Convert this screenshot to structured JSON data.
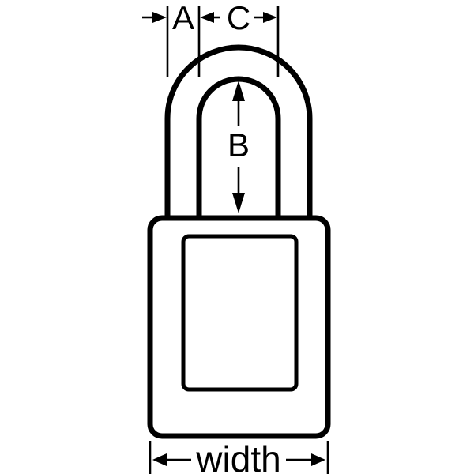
{
  "diagram": {
    "type": "technical-dimension-diagram",
    "subject": "padlock with dimension callouts",
    "labels": {
      "shackle_thickness": "A",
      "vertical_clearance": "B",
      "horizontal_clearance": "C",
      "body_width": "width"
    },
    "colors": {
      "line": "#000000",
      "background": "#ffffff"
    }
  }
}
